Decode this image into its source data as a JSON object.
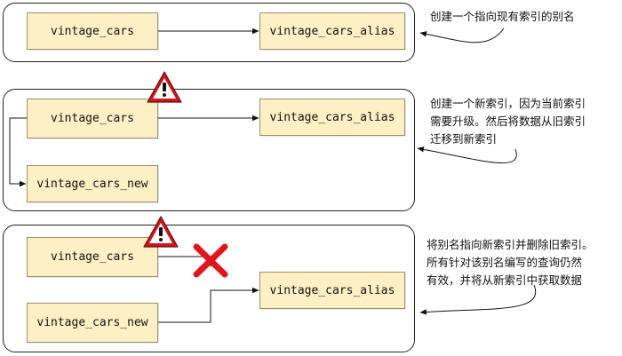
{
  "panels": [
    {
      "boxes": {
        "source": "vintage_cars",
        "alias": "vintage_cars_alias"
      },
      "note": "创建一个指向现有索引的别名"
    },
    {
      "boxes": {
        "source": "vintage_cars",
        "alias": "vintage_cars_alias",
        "new": "vintage_cars_new"
      },
      "note": "创建一个新索引，因为当前索引\n需要升级。然后将数据从旧索引\n迁移到新索引"
    },
    {
      "boxes": {
        "source": "vintage_cars",
        "alias": "vintage_cars_alias",
        "new": "vintage_cars_new"
      },
      "note": "将别名指向新索引并删除旧索引。\n所有针对该别名编写的查询仍然\n有效，并将从新索引中获取数据"
    }
  ],
  "colors": {
    "box_fill": "#fdf0c4",
    "warning_red": "#c8171e",
    "delete_x": "#e0161c"
  },
  "icons": [
    "warning-icon",
    "delete-x-icon",
    "arrow-icon"
  ]
}
